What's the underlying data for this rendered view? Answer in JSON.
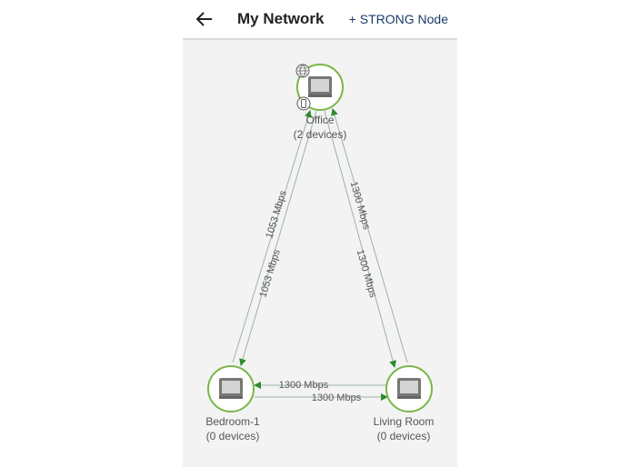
{
  "header": {
    "title": "My Network",
    "add_node_label": "+ STRONG Node"
  },
  "nodes": {
    "office": {
      "name": "Office",
      "devices": "(2 devices)"
    },
    "bedroom": {
      "name": "Bedroom-1",
      "devices": "(0 devices)"
    },
    "living": {
      "name": "Living Room",
      "devices": "(0 devices)"
    }
  },
  "links": {
    "office_bedroom_a": "1053 Mbps",
    "office_bedroom_b": "1053 Mbps",
    "office_living_a": "1300 Mbps",
    "office_living_b": "1300 Mbps",
    "bedroom_living_a": "1300 Mbps",
    "bedroom_living_b": "1300 Mbps"
  },
  "colors": {
    "node_ring": "#7ab648",
    "arrow": "#2e8b2e",
    "line": "#9db3a4"
  }
}
